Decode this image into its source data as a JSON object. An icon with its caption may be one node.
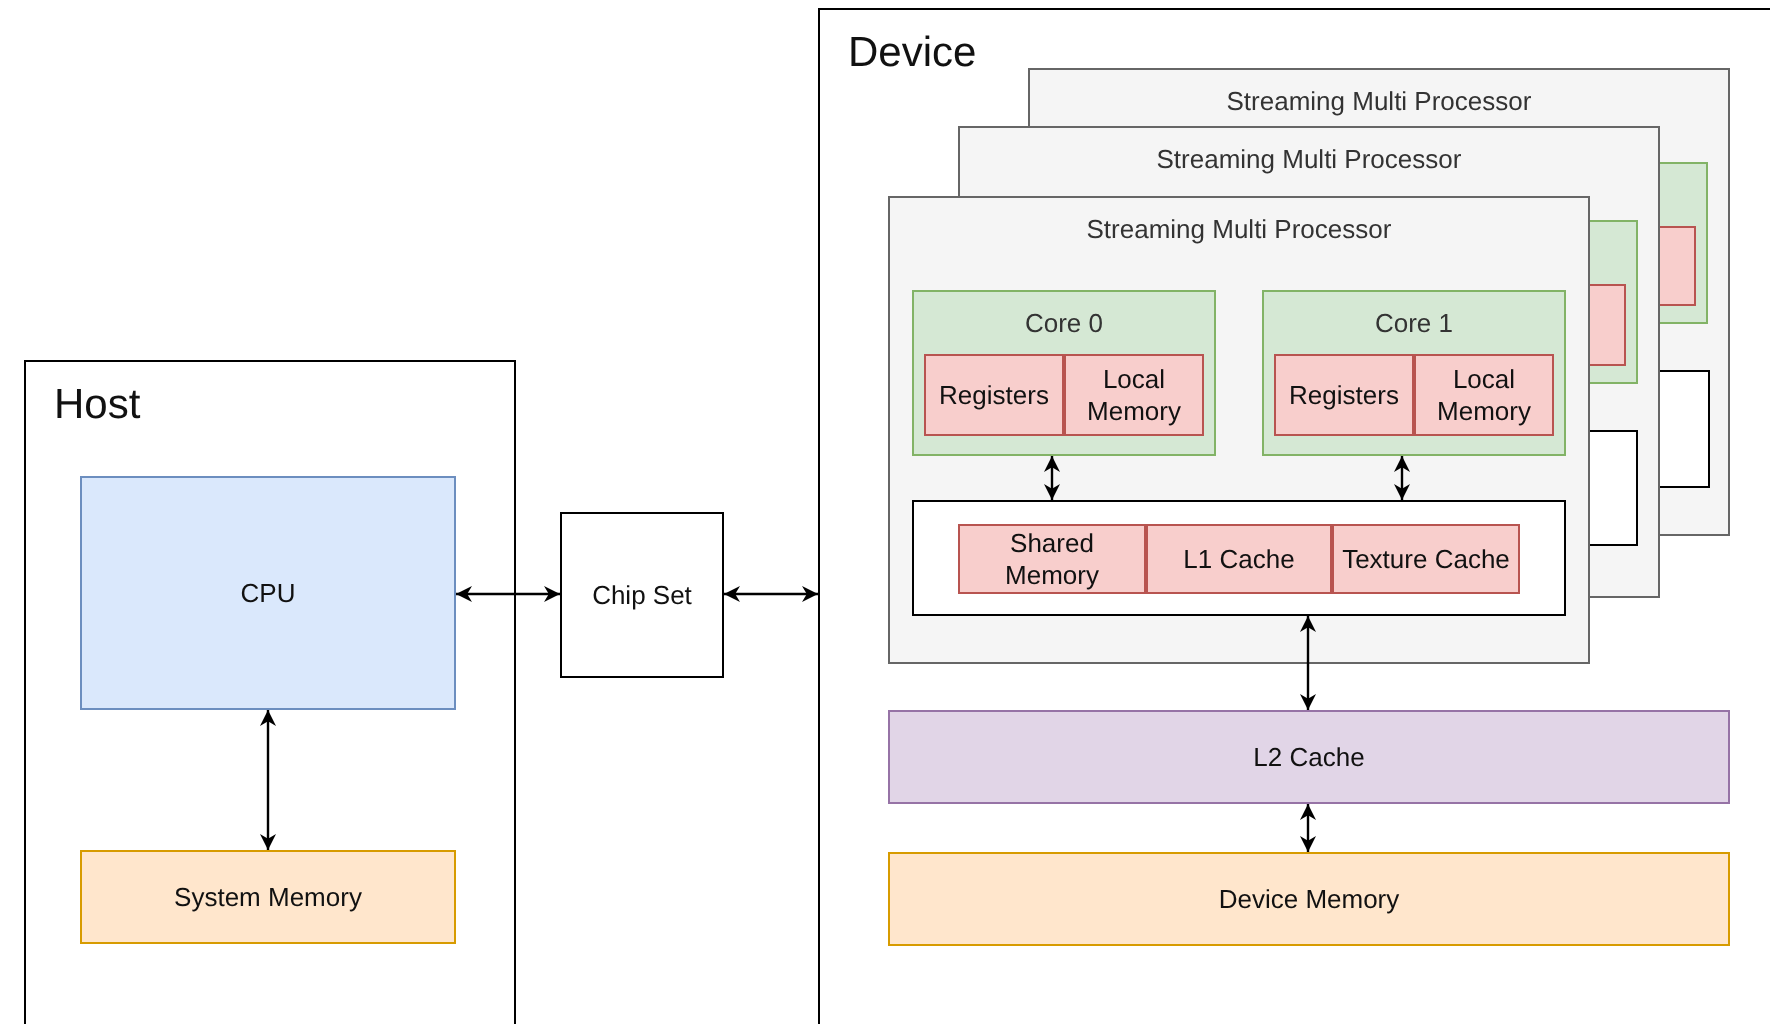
{
  "diagram": {
    "nodes": [
      {
        "text": [
          "Host"
        ]
      },
      {
        "text": [
          "CPU"
        ],
        "in": 0
      },
      {
        "text": [
          "System Memory"
        ],
        "in": 0
      },
      {
        "text": [
          "Chip Set"
        ]
      },
      {
        "text": [
          "Device"
        ]
      },
      {
        "text": [
          "Streaming Multi Processor"
        ],
        "in": 4
      },
      {
        "text": [
          "Streaming Multi Processor"
        ],
        "in": 4
      },
      {
        "text": [
          "Streaming Multi Processor"
        ],
        "in": 4
      },
      {
        "text": [
          "Core 0"
        ],
        "in": 7
      },
      {
        "text": [
          "Registers"
        ],
        "in": 8
      },
      {
        "text": [
          "Local Memory"
        ],
        "in": 8
      },
      {
        "text": [
          "Core 1"
        ],
        "in": 7
      },
      {
        "text": [
          "Registers"
        ],
        "in": 11
      },
      {
        "text": [
          "Local Memory"
        ],
        "in": 11
      },
      {
        "text": [],
        "shape": "box",
        "in": 7
      },
      {
        "text": [
          "Shared Memory"
        ],
        "in": 14
      },
      {
        "text": [
          "L1 Cache"
        ],
        "in": 14
      },
      {
        "text": [
          "Texture Cache"
        ],
        "in": 14
      },
      {
        "text": [
          "L2 Cache"
        ],
        "in": 4
      },
      {
        "text": [
          "Device Memory"
        ],
        "in": 4
      }
    ],
    "edges": [
      {
        "from": 1,
        "to": 3,
        "arrow": "both"
      },
      {
        "from": 3,
        "to": 4,
        "arrow": "both"
      },
      {
        "from": 1,
        "to": 2,
        "arrow": "both"
      },
      {
        "from": 8,
        "to": 14,
        "arrow": "both"
      },
      {
        "from": 11,
        "to": 14,
        "arrow": "both"
      },
      {
        "from": 14,
        "to": 18,
        "arrow": "both"
      },
      {
        "from": 18,
        "to": 19,
        "arrow": "both"
      }
    ]
  }
}
